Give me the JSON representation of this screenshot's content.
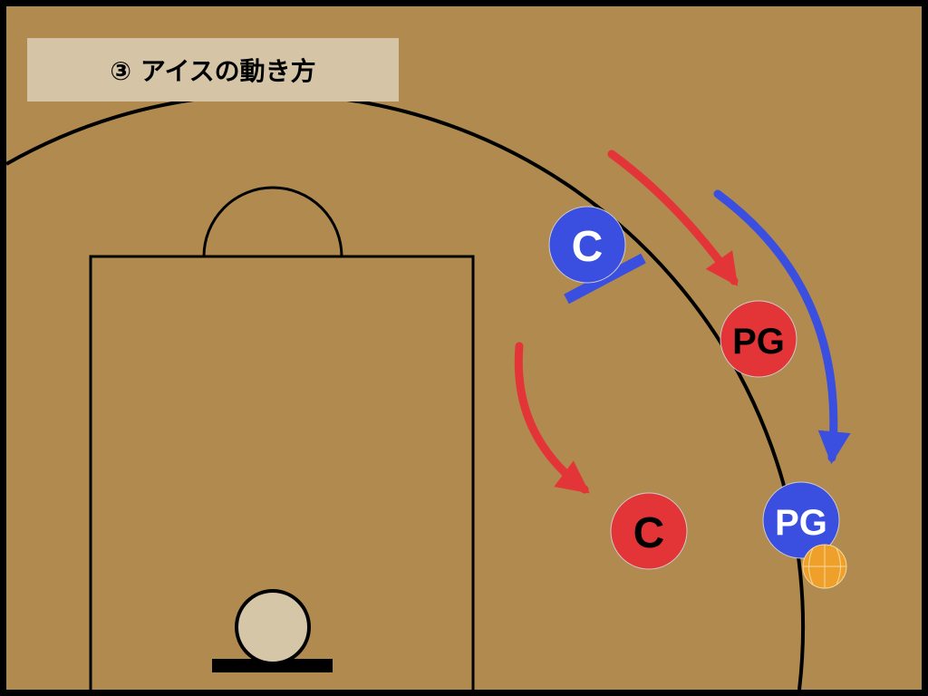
{
  "title": "③ アイスの動き方",
  "colors": {
    "court": "#b08a4f",
    "offense": "#3a4fe0",
    "defense": "#e33538",
    "ball": "#eea02a"
  },
  "players": {
    "offense_c": "C",
    "offense_pg": "PG",
    "defense_pg": "PG",
    "defense_c": "C"
  }
}
